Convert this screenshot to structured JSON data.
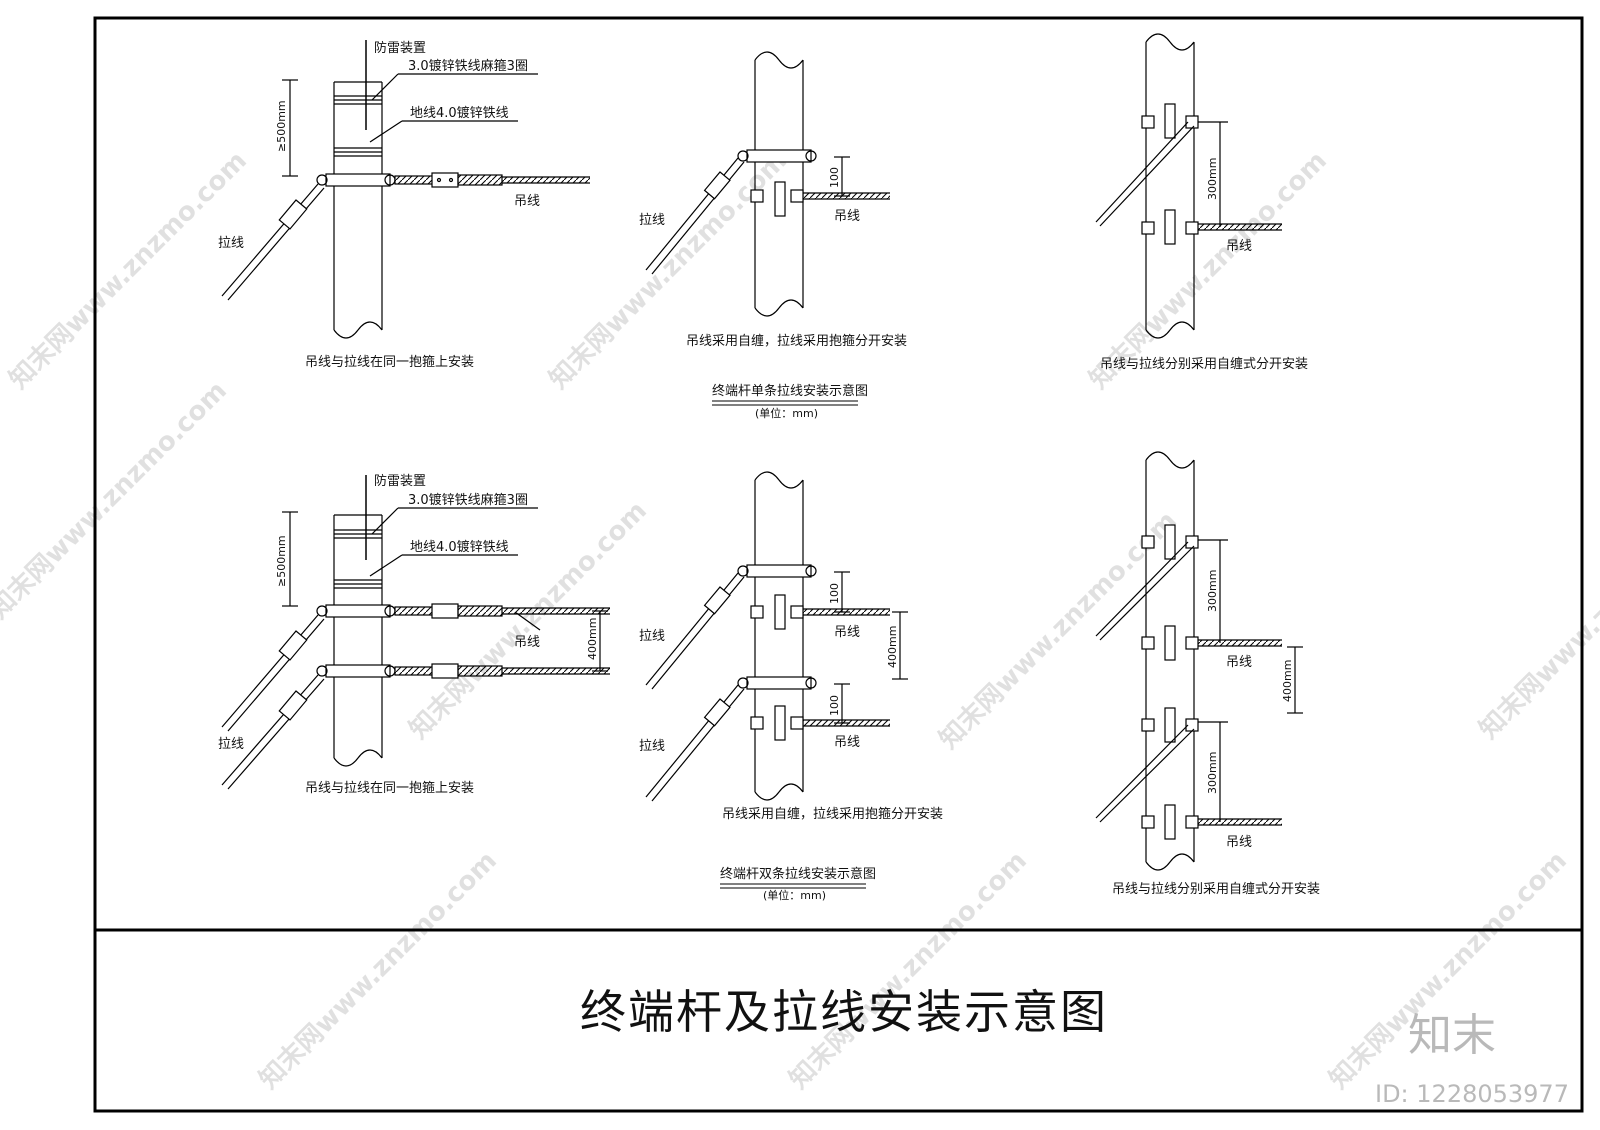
{
  "sheet": {
    "title": "终端杆及拉线安装示意图",
    "logo_text": "知末",
    "id_text": "ID: 1228053977",
    "watermark": "知末网www.znzmo.com"
  },
  "top": {
    "left": {
      "lightning": "防雷装置",
      "hoop_wire": "3.0镀锌铁线麻箍3圈",
      "ground_wire": "地线4.0镀锌铁线",
      "dim_500": "≥500mm",
      "messenger": "吊线",
      "guy": "拉线",
      "caption": "吊线与拉线在同一抱箍上安装"
    },
    "middle": {
      "dim_100": "100",
      "messenger": "吊线",
      "guy": "拉线",
      "caption": "吊线采用自缠，拉线采用抱箍分开安装"
    },
    "right": {
      "dim_300": "300mm",
      "messenger": "吊线",
      "caption": "吊线与拉线分别采用自缠式分开安装"
    },
    "title": "终端杆单条拉线安装示意图",
    "unit": "(单位：mm)"
  },
  "bottom": {
    "left": {
      "lightning": "防雷装置",
      "hoop_wire": "3.0镀锌铁线麻箍3圈",
      "ground_wire": "地线4.0镀锌铁线",
      "dim_500": "≥500mm",
      "dim_400": "400mm",
      "messenger": "吊线",
      "guy": "拉线",
      "caption": "吊线与拉线在同一抱箍上安装"
    },
    "middle": {
      "dim_100a": "100",
      "dim_100b": "100",
      "dim_400": "400mm",
      "messenger_a": "吊线",
      "messenger_b": "吊线",
      "guy_a": "拉线",
      "guy_b": "拉线",
      "caption": "吊线采用自缠，拉线采用抱箍分开安装"
    },
    "right": {
      "dim_300a": "300mm",
      "dim_300b": "300mm",
      "dim_400": "400mm",
      "messenger_a": "吊线",
      "messenger_b": "吊线",
      "caption": "吊线与拉线分别采用自缠式分开安装"
    },
    "title": "终端杆双条拉线安装示意图",
    "unit": "(单位：mm)"
  }
}
